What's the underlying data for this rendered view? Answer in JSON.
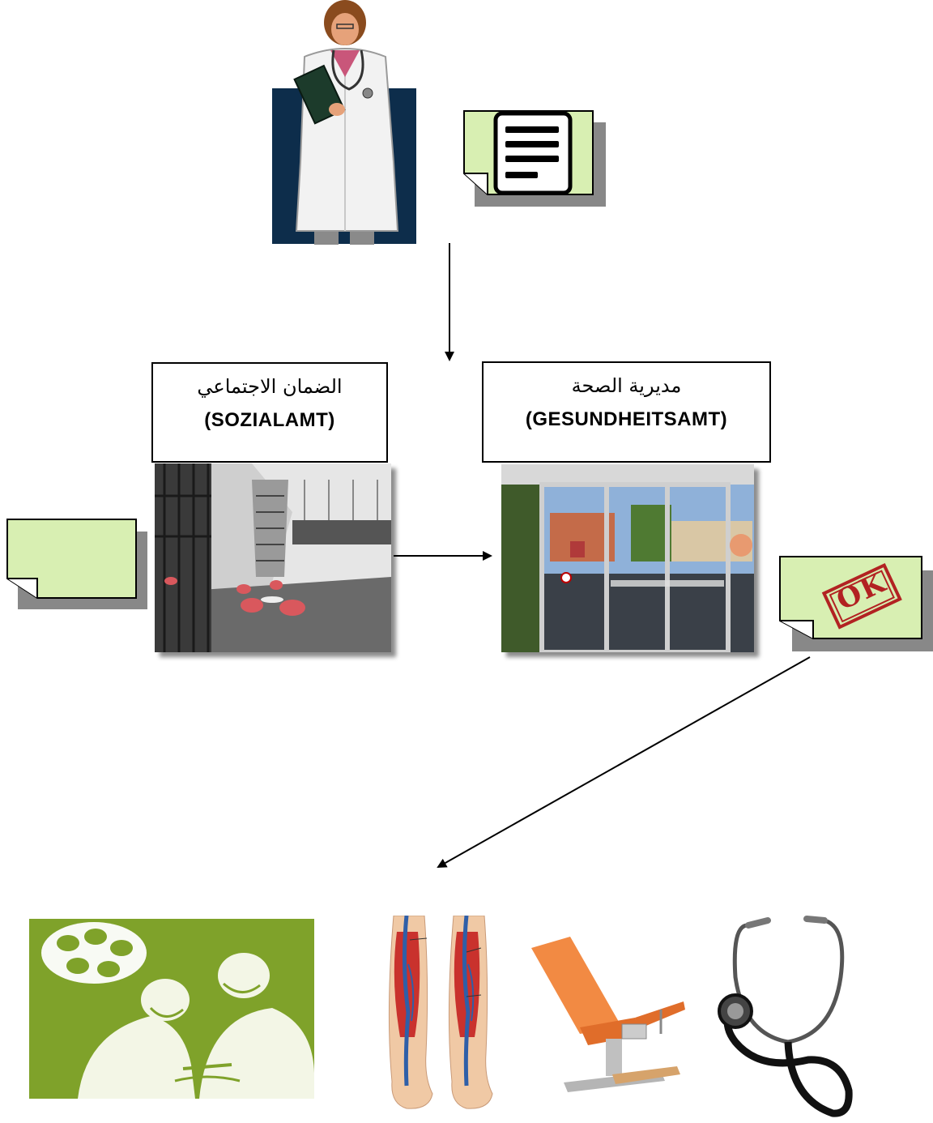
{
  "boxes": {
    "sozialamt": {
      "arabic": "الضمان الاجتماعي",
      "german": "(SOZIALAMT)"
    },
    "gesundheitsamt": {
      "arabic": "مديرية الصحة",
      "german": "(GESUNDHEITSAMT)"
    }
  },
  "stamp": {
    "text": "OK",
    "color": "#b22222"
  },
  "colors": {
    "note_fill": "#d8efb2",
    "doctor_bg": "#0d2d4b",
    "surgery_bg": "#7fa22a"
  },
  "icons": [
    "doctor-illustration",
    "document-icon",
    "blank-note-icon",
    "ok-stamp-note-icon",
    "surgery-illustration",
    "leg-veins-illustration",
    "exam-chair-illustration",
    "stethoscope-illustration"
  ]
}
